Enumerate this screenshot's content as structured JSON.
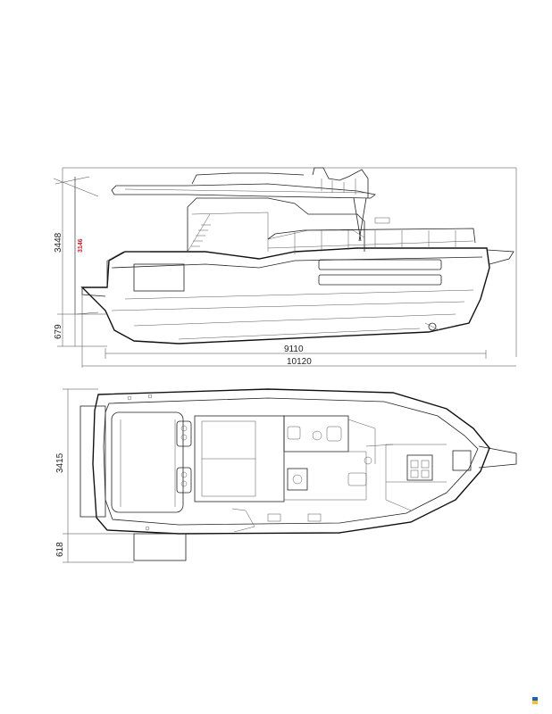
{
  "dimensions": {
    "side_height_total": "3448",
    "side_height_red": "3146",
    "side_draft": "679",
    "side_hull_length": "9110",
    "side_overall_length": "10120",
    "plan_beam": "3415",
    "plan_platform": "618"
  },
  "colors": {
    "line": "#222222",
    "red_dimension": "#d0202a",
    "mark_blue": "#1f5fbf",
    "mark_yellow": "#f2c230"
  }
}
